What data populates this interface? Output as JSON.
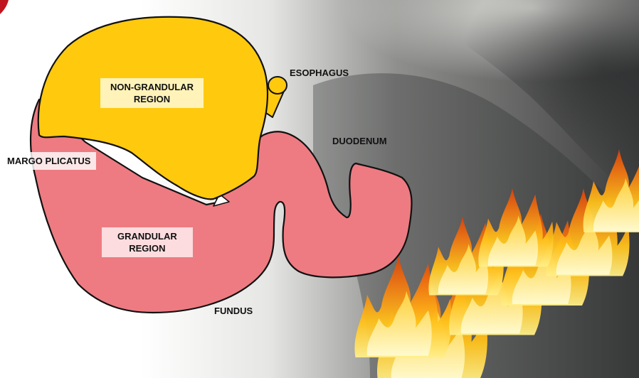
{
  "diagram": {
    "labels": {
      "non_glandular_line1": "NON-GRANDULAR",
      "non_glandular_line2": "REGION",
      "esophagus": "ESOPHAGUS",
      "duodenum": "DUODENUM",
      "margo_plicatus": "MARGO PLICATUS",
      "glandular_line1": "GRANDULAR",
      "glandular_line2": "REGION",
      "fundus": "FUNDUS"
    },
    "colors": {
      "non_glandular_fill": "#FFC90E",
      "glandular_fill": "#EE7B82",
      "outline": "#111111",
      "corner_accent": "#C0151E"
    }
  }
}
